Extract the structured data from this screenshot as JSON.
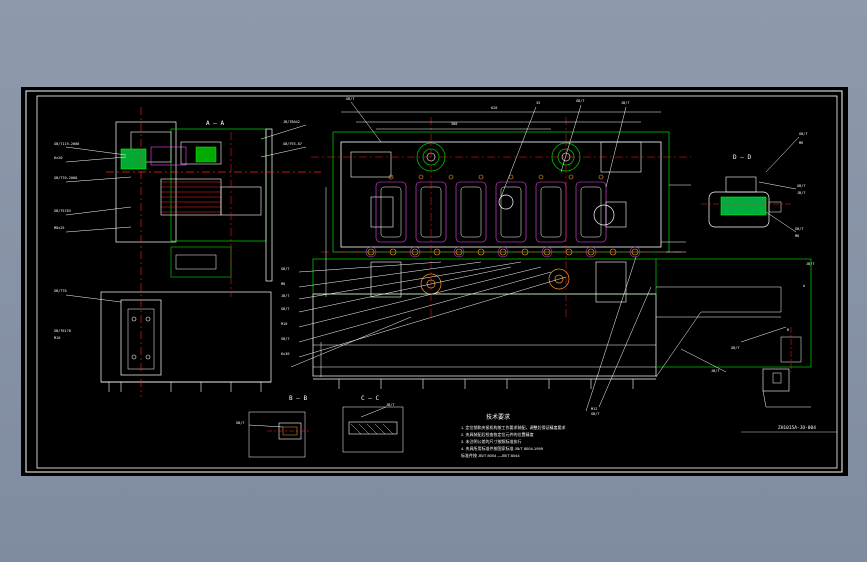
{
  "drawing": {
    "section_labels": {
      "left_top": "A — A",
      "right_top": "D — D",
      "bottom_left": "B — B",
      "bottom_middle": "C — C"
    },
    "notes_title": "技术要求",
    "notes": [
      "1. 定位销和夹紧机构按工作要求装配，调整后保证精度要求",
      "2. 夹具装配后检查各定位元件的位置精度",
      "3. 未注明公差的尺寸按照标准执行",
      "4. 夹具所用标准件按国家标准 JB/T 8004-1999",
      "   标准件按 JB/T 8004 —JB/T 8044"
    ],
    "title_block": "ZH1015A-JO-004"
  },
  "colors": {
    "frame": "#ffffff",
    "geometry": "#ffffff",
    "outline": "#00c000",
    "center_line": "#ff2020",
    "hidden": "#ff40ff",
    "dimension": "#e0e060",
    "hole": "#ff9a20"
  }
}
